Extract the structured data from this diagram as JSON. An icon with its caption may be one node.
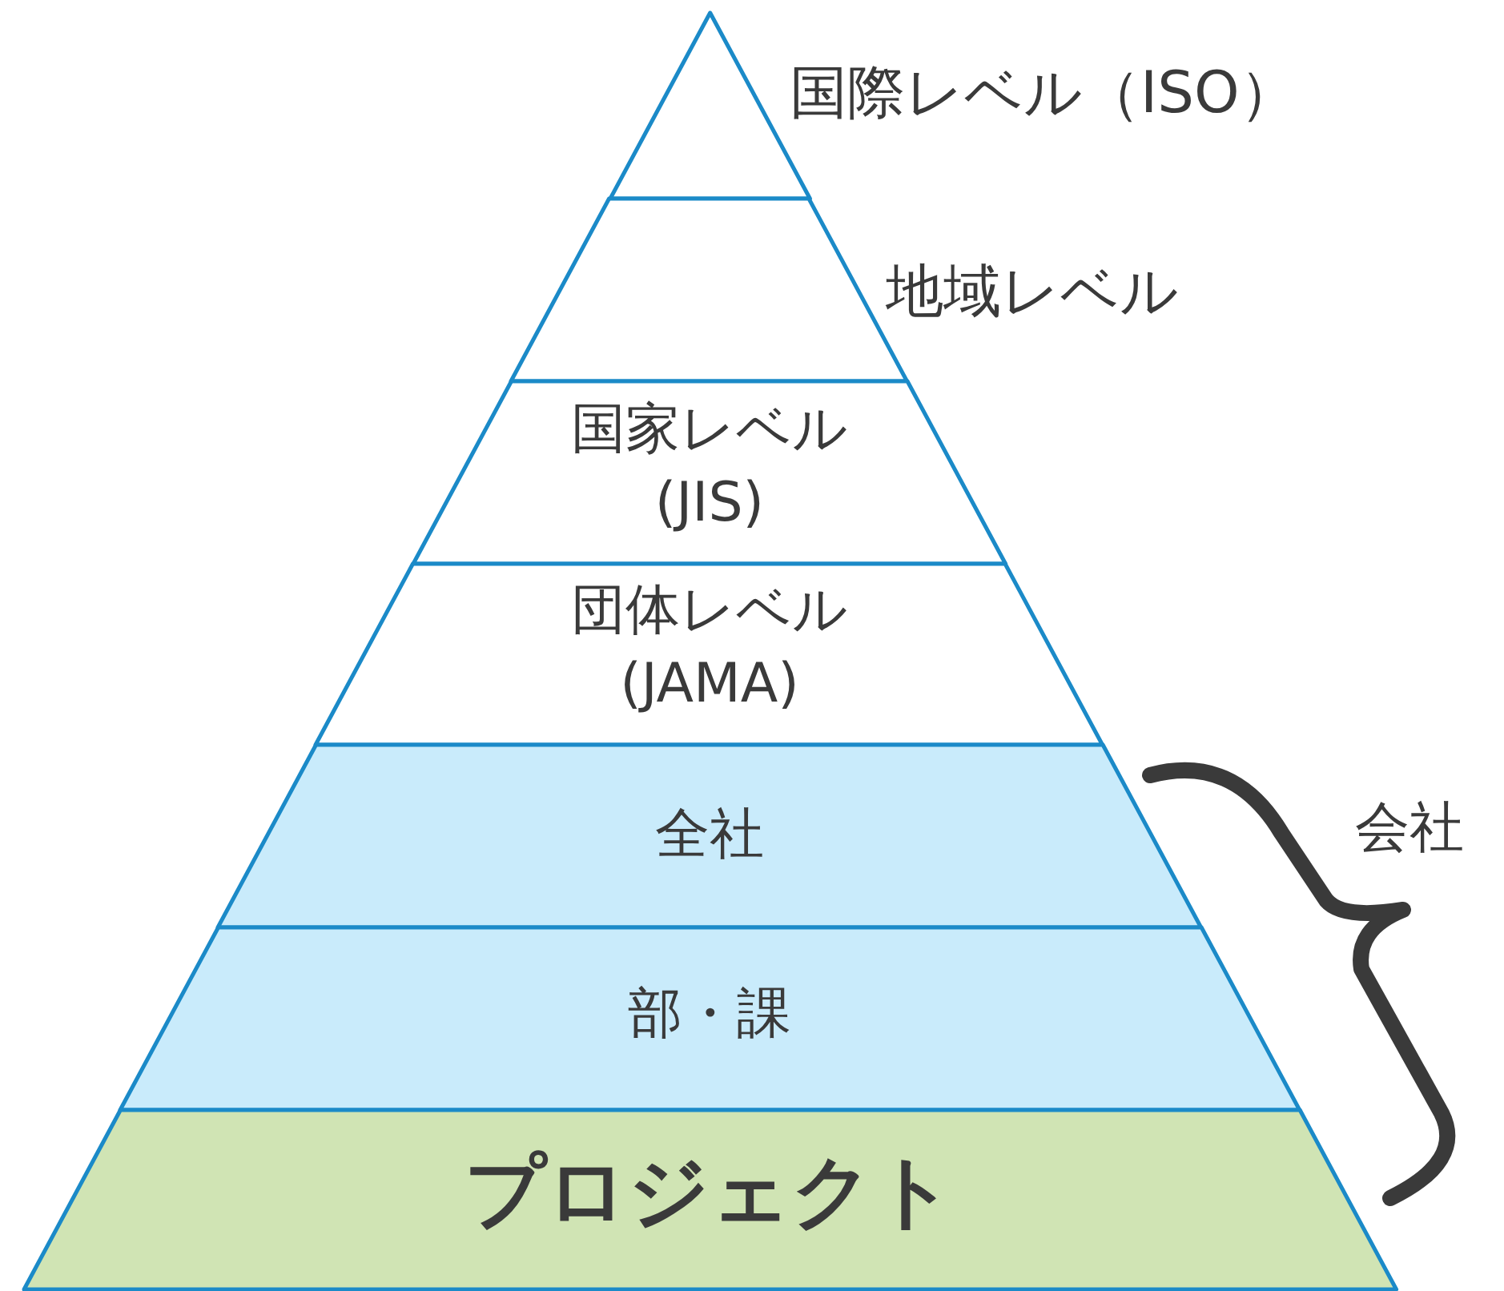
{
  "diagram": {
    "nodes": [
      {
        "text": [
          "国際レベル（ISO）"
        ]
      },
      {
        "text": [
          "地域レベル"
        ]
      },
      {
        "text": [
          "国家レベル(JIS)"
        ]
      },
      {
        "text": [
          "団体レベル(JAMA)"
        ]
      },
      {
        "text": [
          "全社"
        ]
      },
      {
        "text": [
          "部・課"
        ]
      },
      {
        "text": [
          "プロジェクト"
        ]
      }
    ],
    "labels": [
      "会社"
    ]
  }
}
